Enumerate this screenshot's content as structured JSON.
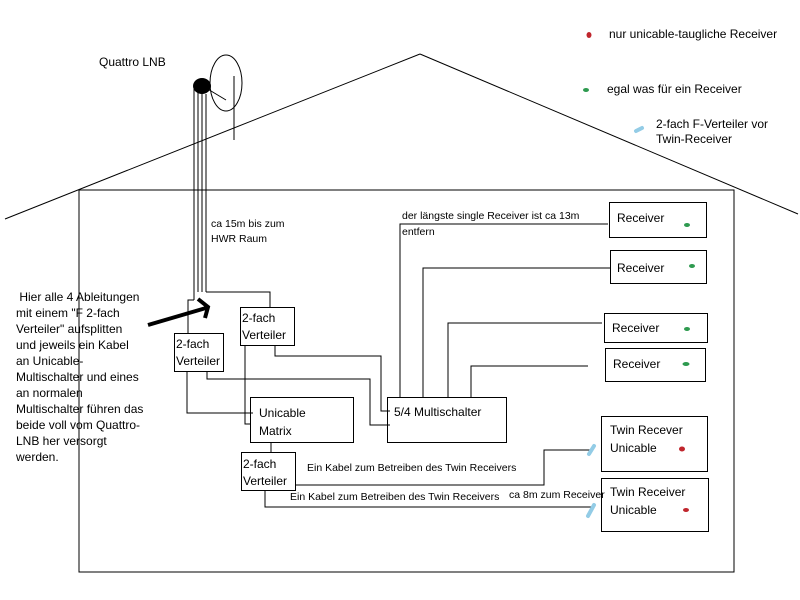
{
  "legend": {
    "items": [
      {
        "label": "nur unicable-taugliche Receiver",
        "marker": "red-dot",
        "color": "#c0262d"
      },
      {
        "label": "egal was für ein Receiver",
        "marker": "green-dot",
        "color": "#2e9a4f"
      },
      {
        "label_line1": "2-fach F-Verteiler vor",
        "label_line2": "Twin-Receiver",
        "marker": "lightblue-dash",
        "color": "#93cce6"
      }
    ]
  },
  "lnb": {
    "label": "Quattro LNB"
  },
  "cable_run": {
    "line1": "ca 15m bis zum",
    "line2": "HWR Raum"
  },
  "note": {
    "lines": [
      " Hier alle 4 Ableitungen",
      "mit einem \"F 2-fach",
      "Verteiler\" aufsplitten",
      "und jeweils ein Kabel",
      "an Unicable-",
      "Multischalter und eines",
      "an normalen",
      "Multischalter führen das",
      "beide voll vom Quattro-",
      "LNB her versorgt",
      "werden."
    ]
  },
  "devices": {
    "splitter_left": {
      "line1": "2-fach",
      "line2": "Verteiler"
    },
    "splitter_right": {
      "line1": "2-fach",
      "line2": "Verteiler"
    },
    "splitter_bottom": {
      "line1": "2-fach",
      "line2": "Verteiler"
    },
    "unicable_matrix": {
      "line1": "Unicable",
      "line2": "Matrix"
    },
    "multiswitch": {
      "label": "5/4 Multischalter"
    }
  },
  "receivers": [
    {
      "label": "Receiver",
      "type": "any"
    },
    {
      "label": "Receiver",
      "type": "any"
    },
    {
      "label": "Receiver",
      "type": "any"
    },
    {
      "label": "Receiver",
      "type": "any"
    }
  ],
  "twin_receivers": [
    {
      "line1": "Twin Recever",
      "line2": "Unicable",
      "type": "unicable"
    },
    {
      "line1": "Twin Receiver",
      "line2": "Unicable",
      "type": "unicable"
    }
  ],
  "annotations": {
    "longest_line1": "der längste single Receiver ist ca 13m",
    "longest_line2": "entfern",
    "twin_cable_1": "Ein Kabel zum Betreiben des Twin Receivers",
    "twin_cable_2": "Ein Kabel zum Betreiben des Twin Receivers",
    "twin_distance": "ca 8m zum Receiver"
  },
  "colors": {
    "unicable_dot": "#c0262d",
    "any_dot": "#2e9a4f",
    "splitter_marker": "#93cce6",
    "line": "#000000"
  }
}
